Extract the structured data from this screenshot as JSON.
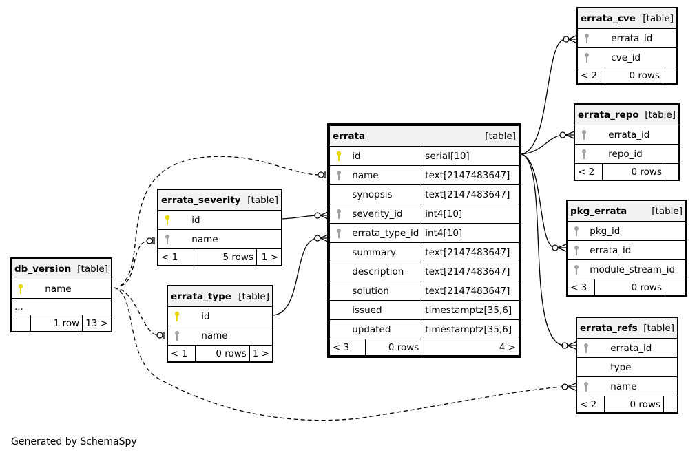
{
  "diagram": {
    "footer": "Generated by SchemaSpy",
    "table_type_label": "[table]",
    "tables": {
      "errata_cve": {
        "name": "errata_cve",
        "columns": [
          "errata_id",
          "cve_id"
        ],
        "footer": [
          "< 2",
          "0 rows",
          ""
        ]
      },
      "errata_repo": {
        "name": "errata_repo",
        "columns": [
          "errata_id",
          "repo_id"
        ],
        "footer": [
          "< 2",
          "0 rows",
          ""
        ]
      },
      "pkg_errata": {
        "name": "pkg_errata",
        "columns": [
          "pkg_id",
          "errata_id",
          "module_stream_id"
        ],
        "footer": [
          "< 3",
          "0 rows",
          ""
        ]
      },
      "errata_refs": {
        "name": "errata_refs",
        "columns": [
          "errata_id",
          "type",
          "name"
        ],
        "footer": [
          "< 2",
          "0 rows",
          ""
        ]
      },
      "errata": {
        "name": "errata",
        "columns": [
          {
            "name": "id",
            "type": "serial[10]"
          },
          {
            "name": "name",
            "type": "text[2147483647]"
          },
          {
            "name": "synopsis",
            "type": "text[2147483647]"
          },
          {
            "name": "severity_id",
            "type": "int4[10]"
          },
          {
            "name": "errata_type_id",
            "type": "int4[10]"
          },
          {
            "name": "summary",
            "type": "text[2147483647]"
          },
          {
            "name": "description",
            "type": "text[2147483647]"
          },
          {
            "name": "solution",
            "type": "text[2147483647]"
          },
          {
            "name": "issued",
            "type": "timestamptz[35,6]"
          },
          {
            "name": "updated",
            "type": "timestamptz[35,6]"
          }
        ],
        "footer": [
          "< 3",
          "0 rows",
          "4 >"
        ]
      },
      "errata_severity": {
        "name": "errata_severity",
        "columns": [
          "id",
          "name"
        ],
        "footer": [
          "< 1",
          "5 rows",
          "1 >"
        ]
      },
      "errata_type": {
        "name": "errata_type",
        "columns": [
          "id",
          "name"
        ],
        "footer": [
          "< 1",
          "0 rows",
          "1 >"
        ]
      },
      "db_version": {
        "name": "db_version",
        "columns": [
          "name",
          "..."
        ],
        "footer": [
          "",
          "1 row",
          "13 >"
        ]
      }
    },
    "icons": {
      "primary_key": "key-icon-yellow",
      "foreign_key": "key-icon-gray",
      "key_yellow_color": "#e6d800",
      "key_gray_color": "#a0a0a0"
    }
  }
}
